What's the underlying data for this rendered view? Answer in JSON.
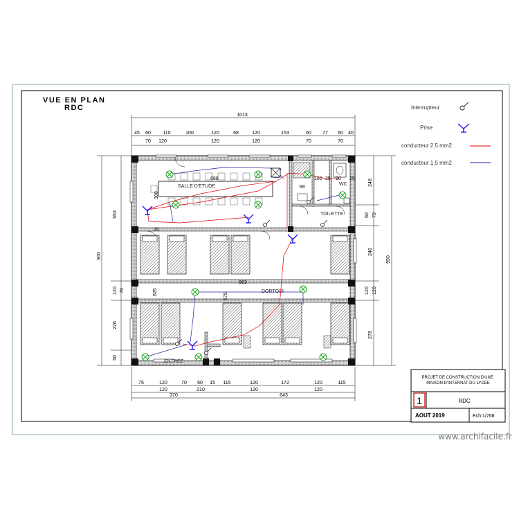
{
  "drawing": {
    "title": "VUE EN PLAN",
    "subtitle": "RDC"
  },
  "legend": [
    {
      "label": "Interrupteur",
      "icon": "switch-icon",
      "color": "#222222"
    },
    {
      "label": "Prise",
      "icon": "socket-icon",
      "color": "#1a1aff"
    },
    {
      "label": "conducteur 2.5 mm2",
      "icon": "red-line",
      "color": "#e00000"
    },
    {
      "label": "conducteur 1.5 mm2",
      "icon": "blue-line",
      "color": "#2020a0"
    }
  ],
  "rooms": {
    "study": "SALLE D'ETUDE",
    "se": "SE",
    "wc": "WC",
    "toilette": "TOILETTE",
    "dortoir": "DORTOIR",
    "entree": "ENTREE"
  },
  "dimensions": {
    "top_total": "1013",
    "top_row1": [
      "45",
      "60",
      "110",
      "100",
      "120",
      "68",
      "120",
      "153",
      "60",
      "77",
      "60",
      "40"
    ],
    "top_row2": [
      "70",
      "120",
      "120",
      "120",
      "70",
      "70"
    ],
    "bottom_row1": [
      "75",
      "120",
      "70",
      "60",
      "15",
      "115",
      "120",
      "172",
      "120",
      "115"
    ],
    "bottom_row2": [
      "120",
      "210",
      "120",
      "120"
    ],
    "bottom_totals": [
      "370",
      "643"
    ],
    "left_outer": [
      "553",
      "900",
      "120",
      "226",
      "50"
    ],
    "left_inner": [
      "70"
    ],
    "right_inner": [
      "246",
      "60",
      "70",
      "246",
      "120",
      "278"
    ],
    "right_outer": [
      "950"
    ],
    "interior": [
      "688",
      "300",
      "160",
      "25",
      "90",
      "25",
      "25",
      "963",
      "625",
      "575"
    ]
  },
  "title_block": {
    "project": "PROJET DE CONSTRUCTION D'UNE MAISON D'INTERNAT DU LYCEE",
    "sheet_number": "1",
    "sheet_name": "RDC",
    "date": "AOUT 2019",
    "scale": "Ech:1/768"
  },
  "watermark": "www.archifacile.fr"
}
